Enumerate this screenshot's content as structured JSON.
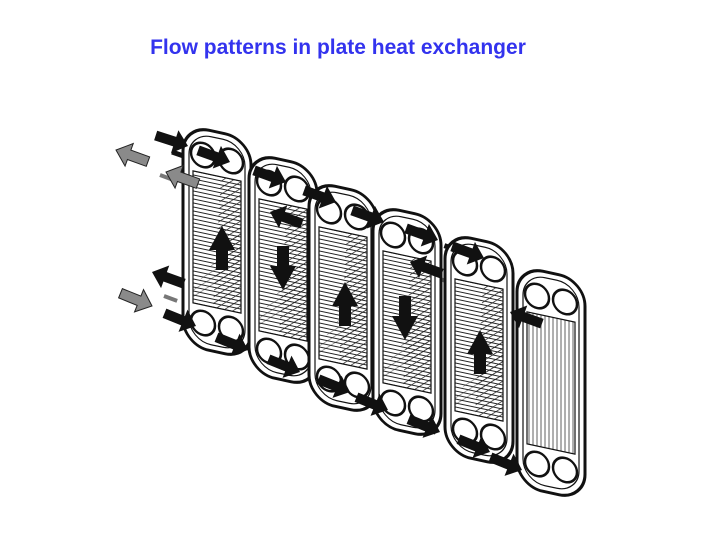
{
  "slide": {
    "title": "Flow patterns in plate heat exchanger",
    "title_color": "#3333ee"
  },
  "diagram": {
    "plates": 6,
    "colors": {
      "dark_flow": "#111111",
      "light_flow": "#888888",
      "plate_outline": "#111111"
    },
    "icons": {
      "hot_arrow": "black-block-arrow",
      "cold_arrow": "gray-block-arrow",
      "port": "circular-port"
    }
  }
}
